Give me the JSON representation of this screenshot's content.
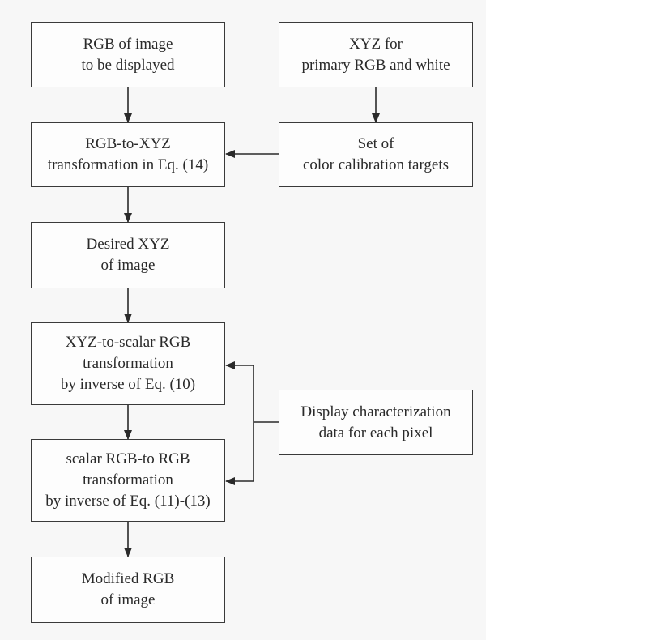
{
  "diagram": {
    "nodes": {
      "rgb_input": {
        "lines": [
          "RGB of image",
          "to be displayed"
        ]
      },
      "xyz_primaries": {
        "lines": [
          "XYZ for",
          "primary RGB and white"
        ]
      },
      "rgb_to_xyz": {
        "lines": [
          "RGB-to-XYZ",
          "transformation in Eq. (14)"
        ]
      },
      "calibration_targets": {
        "lines": [
          "Set of",
          "color calibration targets"
        ]
      },
      "desired_xyz": {
        "lines": [
          "Desired XYZ",
          "of image"
        ]
      },
      "xyz_to_scalar": {
        "lines": [
          "XYZ-to-scalar RGB",
          "transformation",
          "by inverse of Eq. (10)"
        ]
      },
      "display_characterization": {
        "lines": [
          "Display characterization",
          "data for each pixel"
        ]
      },
      "scalar_to_rgb": {
        "lines": [
          "scalar RGB-to RGB",
          "transformation",
          "by inverse of Eq. (11)-(13)"
        ]
      },
      "modified_rgb": {
        "lines": [
          "Modified RGB",
          "of image"
        ]
      }
    },
    "edges": [
      {
        "from": "rgb_input",
        "to": "rgb_to_xyz"
      },
      {
        "from": "xyz_primaries",
        "to": "calibration_targets"
      },
      {
        "from": "calibration_targets",
        "to": "rgb_to_xyz"
      },
      {
        "from": "rgb_to_xyz",
        "to": "desired_xyz"
      },
      {
        "from": "desired_xyz",
        "to": "xyz_to_scalar"
      },
      {
        "from": "display_characterization",
        "to": "xyz_to_scalar"
      },
      {
        "from": "display_characterization",
        "to": "scalar_to_rgb"
      },
      {
        "from": "xyz_to_scalar",
        "to": "scalar_to_rgb"
      },
      {
        "from": "scalar_to_rgb",
        "to": "modified_rgb"
      }
    ]
  }
}
